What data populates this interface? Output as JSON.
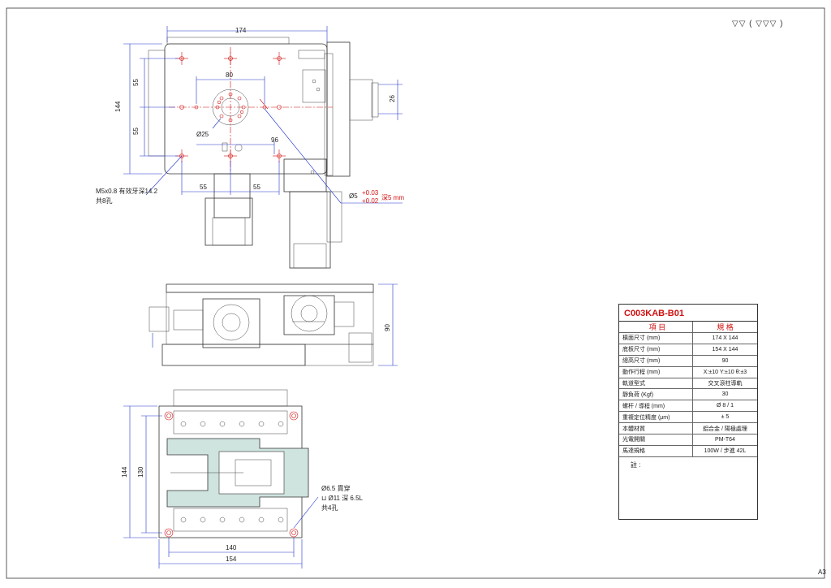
{
  "surface_finish": "▽▽ ( ▽▽▽ )",
  "sheet_size": "A3",
  "top_view": {
    "dim_width": "174",
    "dim_height": "144",
    "dim_55_upper": "55",
    "dim_55_lower": "55",
    "dim_80": "80",
    "dim_96": "96",
    "dim_26": "26",
    "dim_bottom_55_left": "55",
    "dim_bottom_55_right": "55",
    "bore_dia": "Ø25",
    "thread_note_1": "M5x0.8 有效牙深14.2",
    "thread_note_2": "共8孔",
    "pin_hole": "Ø5",
    "tol_upper": "+0.03",
    "tol_lower": "+0.02",
    "pin_depth": "深5 mm"
  },
  "side_view": {
    "dim_height": "90"
  },
  "bottom_view": {
    "dim_144": "144",
    "dim_130": "130",
    "dim_140": "140",
    "dim_154": "154",
    "hole_note_1": "Ø6.5 貫穿",
    "hole_note_2": "⊔ Ø11 深 6.5L",
    "hole_note_3": "共4孔"
  },
  "spec_table": {
    "model": "C003KAB-B01",
    "header_item": "項 目",
    "header_spec": "規 格",
    "rows": [
      {
        "item": "橫面尺寸 (mm)",
        "value": "174 X 144"
      },
      {
        "item": "底板尺寸 (mm)",
        "value": "154 X 144"
      },
      {
        "item": "總高尺寸 (mm)",
        "value": "90"
      },
      {
        "item": "動作行程 (mm)",
        "value": "X:±10 Y:±10 θ:±3"
      },
      {
        "item": "軌道型式",
        "value": "交叉滾柱導軌"
      },
      {
        "item": "靜負荷 (Kgf)",
        "value": "30"
      },
      {
        "item": "螺杆 / 導程 (mm)",
        "value": "Ø 8 / 1"
      },
      {
        "item": "重複定位精度 (μm)",
        "value": "± 5"
      },
      {
        "item": "本體材質",
        "value": "鋁合金 / 陽極處理"
      },
      {
        "item": "光電開關",
        "value": "PM-T64"
      },
      {
        "item": "馬達規格",
        "value": "100W / 步進 42L"
      }
    ],
    "note_label": "註 :"
  }
}
